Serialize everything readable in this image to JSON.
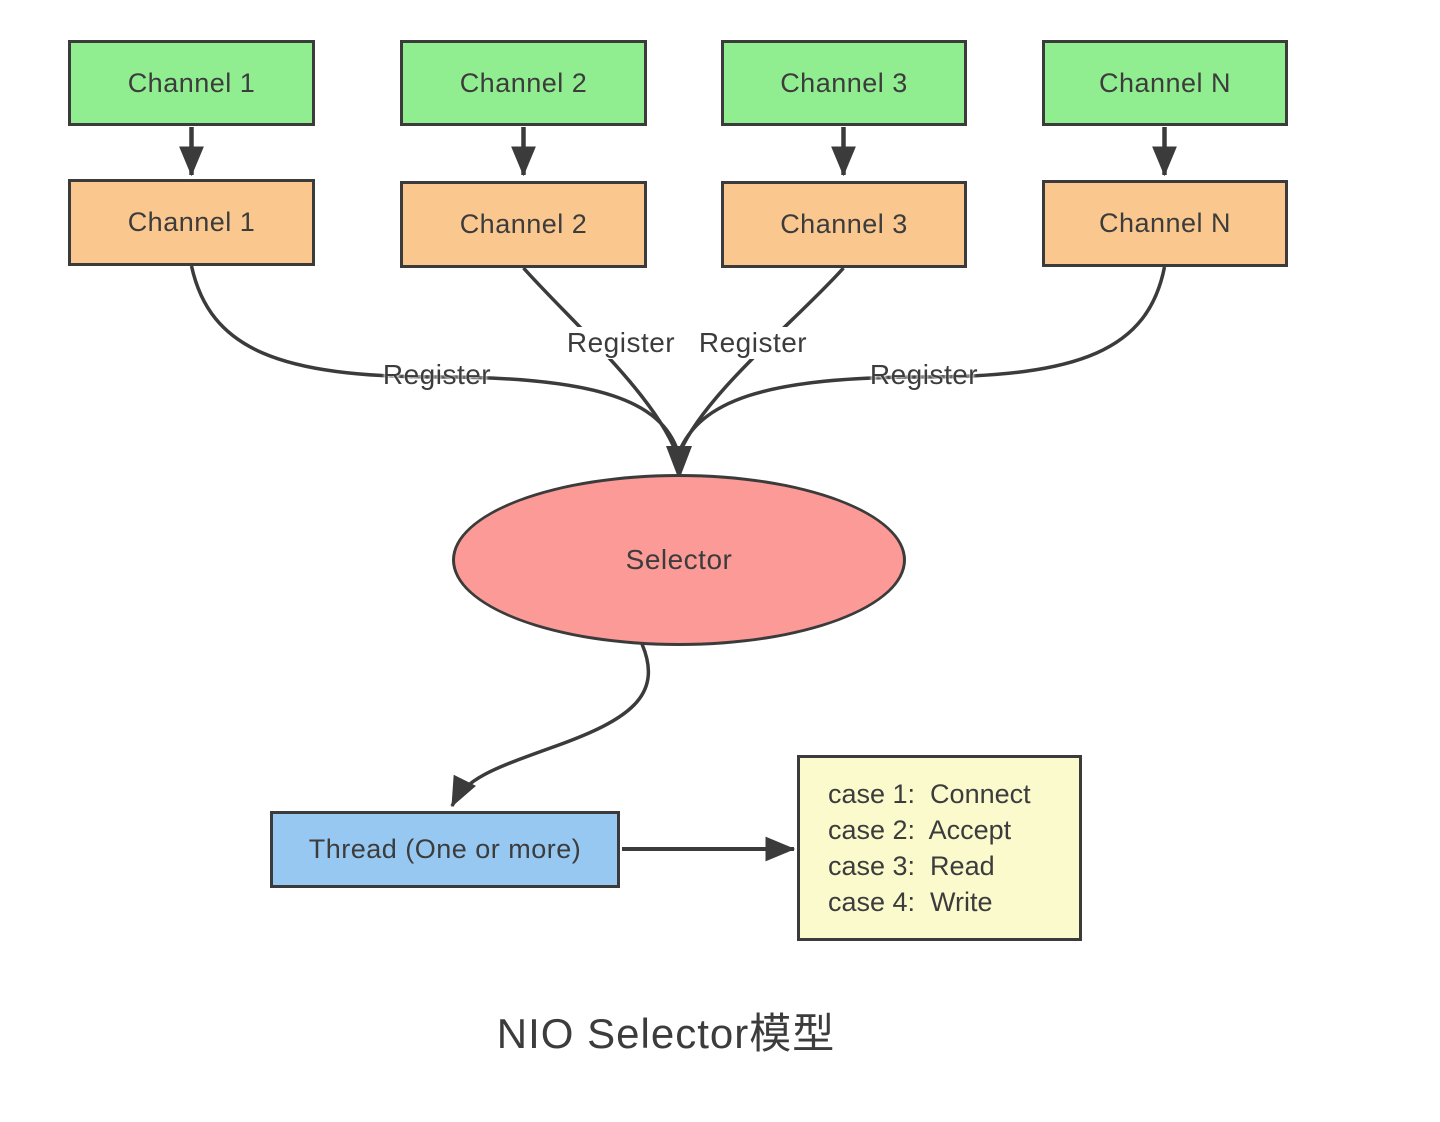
{
  "diagram": {
    "title": "NIO Selector模型",
    "channels": {
      "sources": [
        "Channel 1",
        "Channel 2",
        "Channel 3",
        "Channel N"
      ],
      "registered": [
        "Channel 1",
        "Channel 2",
        "Channel 3",
        "Channel N"
      ]
    },
    "register_labels": [
      "Register",
      "Register",
      "Register",
      "Register"
    ],
    "selector_label": "Selector",
    "thread_label": "Thread (One or more)",
    "case_box": {
      "lines": [
        "case 1:  Connect",
        "case 2:  Accept",
        "case 3:  Read",
        "case 4:  Write"
      ]
    },
    "colors": {
      "channel_source_fill": "#90EE90",
      "channel_registered_fill": "#FAC78E",
      "selector_fill": "#FB9A96",
      "thread_fill": "#97C8F2",
      "case_box_fill": "#FAFACD",
      "stroke": "#3B3B3B",
      "text": "#3C3C3C",
      "background": "#FFFFFF"
    }
  }
}
